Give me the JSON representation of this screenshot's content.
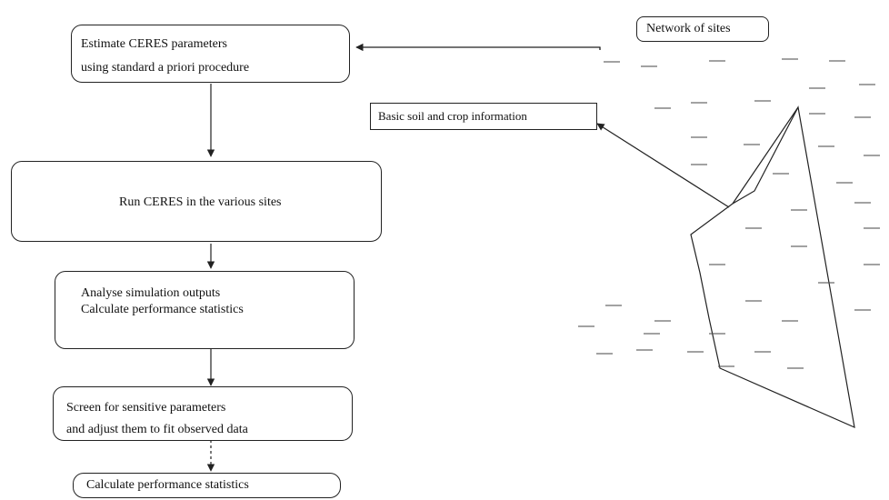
{
  "steps": [
    {
      "line1": "Estimate CERES parameters",
      "line2": "using standard a priori procedure"
    },
    {
      "line1": "Run CERES in the various sites"
    },
    {
      "line1": "Analyse simulation outputs",
      "line2": "Calculate performance statistics"
    },
    {
      "line1": "Screen for sensitive parameters",
      "line2": "and adjust them to fit observed data"
    },
    {
      "line1": "Calculate performance statistics"
    }
  ],
  "network_label": "Network of sites",
  "info_box_label": "Basic soil and crop information",
  "colors": {
    "line": "#222222",
    "background": "#ffffff"
  }
}
